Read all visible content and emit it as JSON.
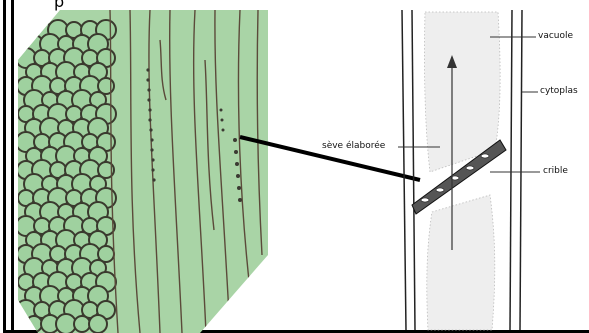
{
  "partial_caption": "p",
  "labels": {
    "vacuole": "vacuole",
    "cytoplasm": "cytoplas",
    "seve": "sève élaborée",
    "crible": "crible"
  },
  "colors": {
    "photo_bg": "#a8d6a8",
    "cell_fill": "#9fd19f",
    "cell_wall": "#3a3a2e"
  }
}
